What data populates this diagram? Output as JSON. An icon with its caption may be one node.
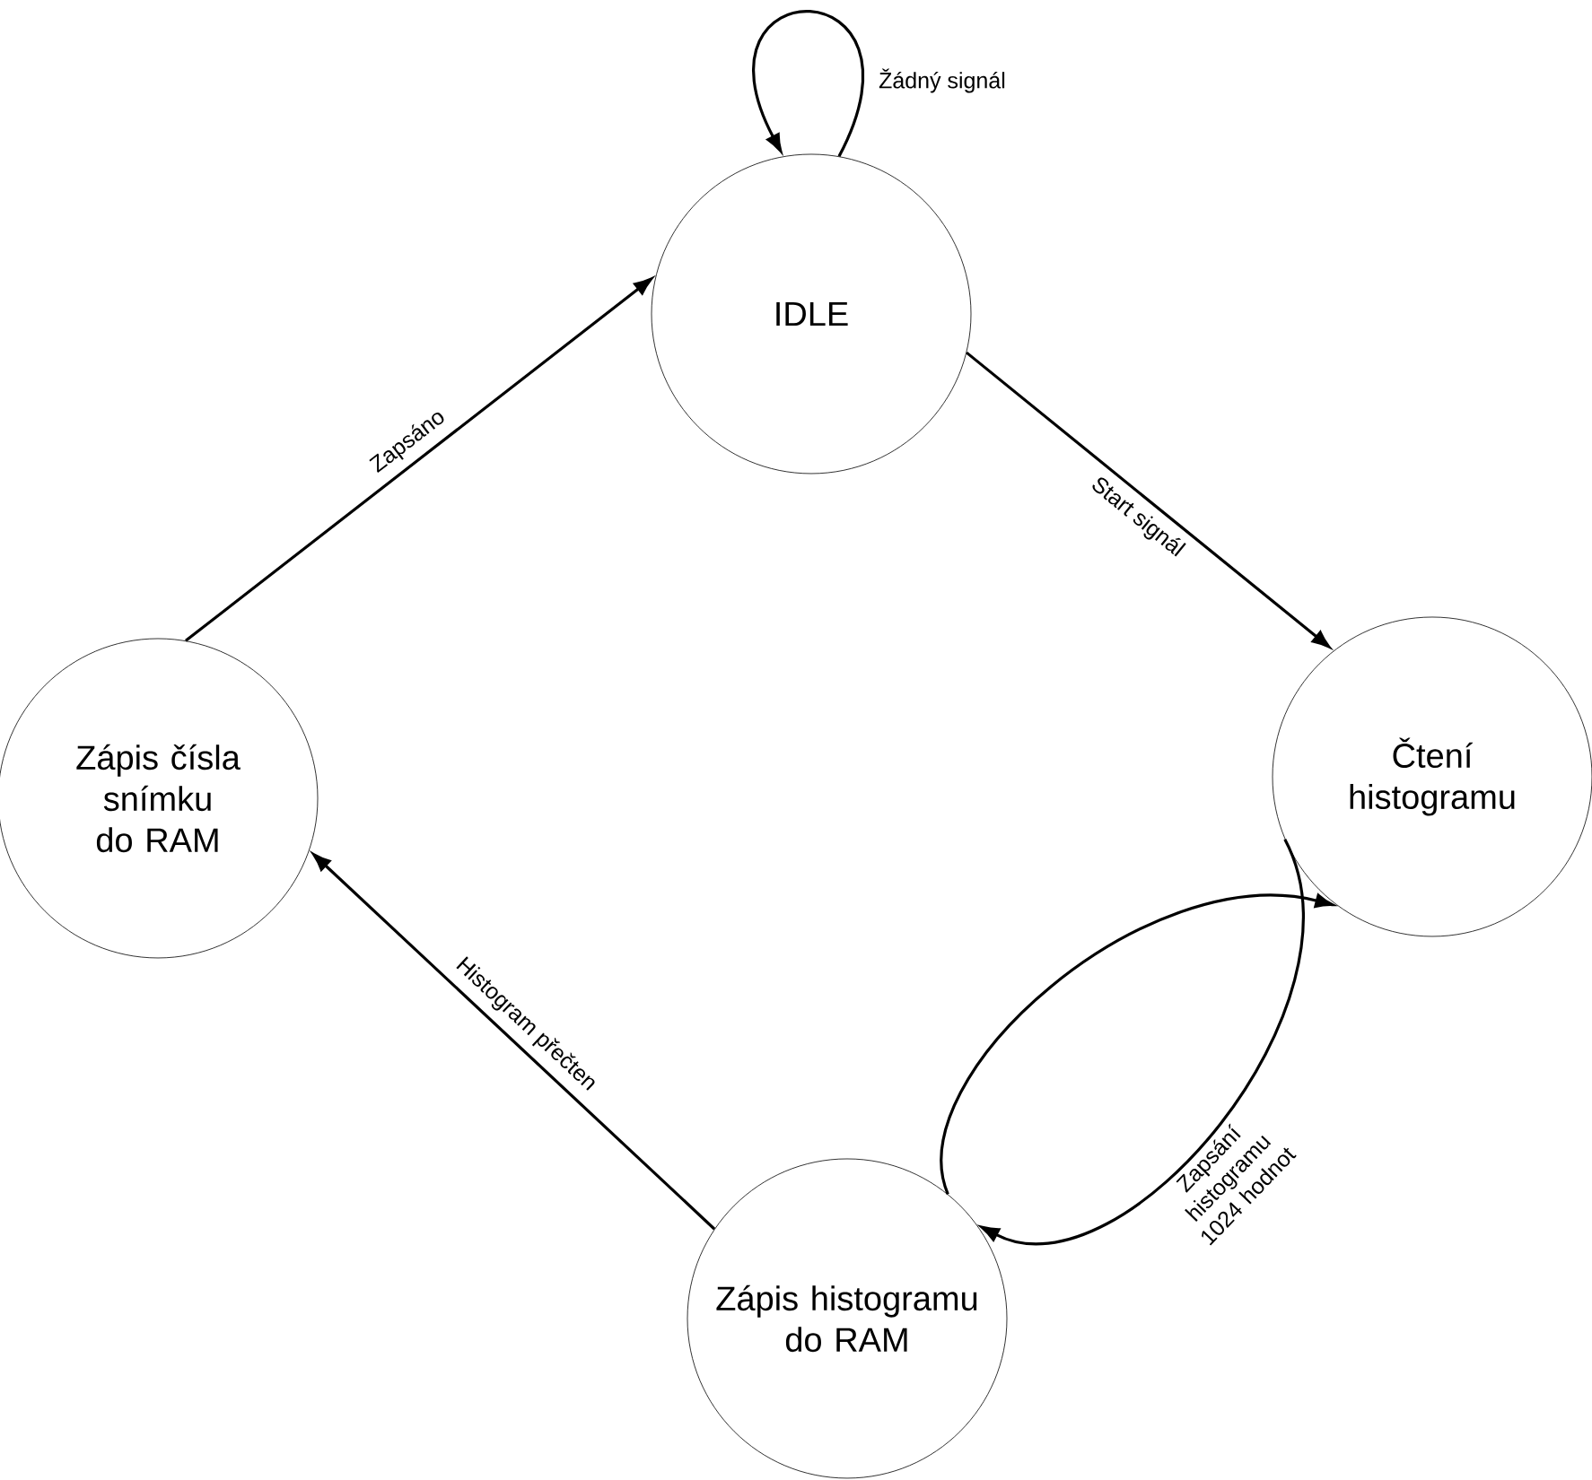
{
  "diagram": {
    "nodes": [
      {
        "text": [
          "IDLE"
        ]
      },
      {
        "text": [
          "Čtení histogramu"
        ]
      },
      {
        "text": [
          "Zápis histogramu do RAM"
        ]
      },
      {
        "text": [
          "Zápis čísla snímku do RAM"
        ]
      }
    ],
    "edges": [
      {
        "from": 0,
        "to": 0,
        "arrow": "to",
        "label": "Žádný signál"
      },
      {
        "from": 0,
        "to": 1,
        "arrow": "to",
        "label": "Start signál"
      },
      {
        "from": 1,
        "to": 2,
        "arrow": "to",
        "label": "Zapsání histogramu 1024 hodnot"
      },
      {
        "from": 2,
        "to": 1,
        "arrow": "to"
      },
      {
        "from": 2,
        "to": 3,
        "arrow": "to",
        "label": "Histogram přečten"
      },
      {
        "from": 3,
        "to": 0,
        "arrow": "to",
        "label": "Zapsáno"
      }
    ]
  }
}
